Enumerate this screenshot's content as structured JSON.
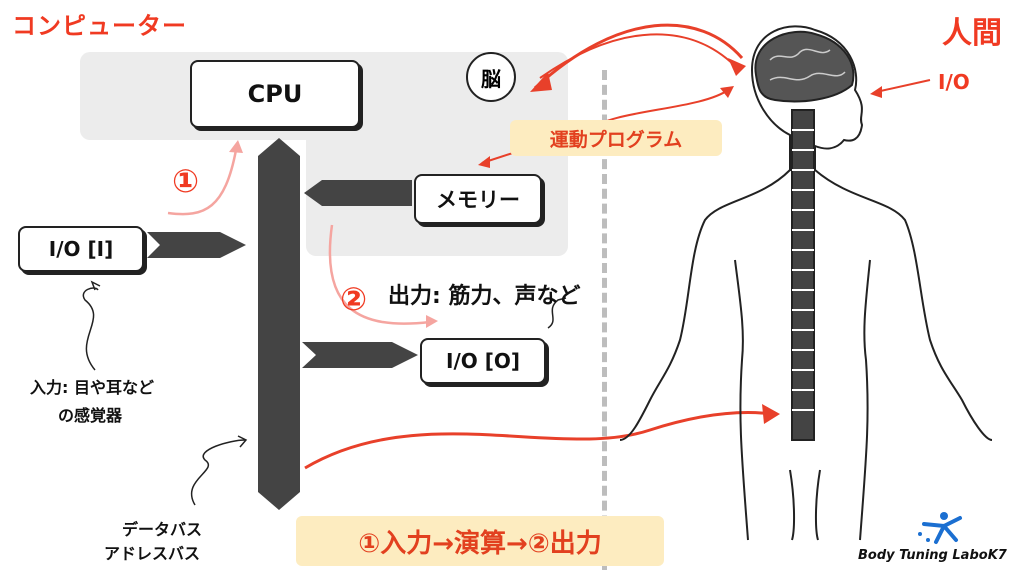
{
  "header": {
    "computer_label": "コンピューター",
    "human_label": "人間"
  },
  "diagram": {
    "cpu_label": "CPU",
    "brain_label": "脳",
    "motor_program_label": "運動プログラム",
    "memory_label": "メモリー",
    "io_input_label": "I/O [I]",
    "io_output_label": "I/O [O]",
    "step1_marker": "①",
    "step2_marker": "②",
    "output_note": "出力: 筋力、声など",
    "input_note_line1": "入力: 目や耳など",
    "input_note_line2": "の感覚器",
    "bus_label_line1": "データバス",
    "bus_label_line2": "アドレスバス",
    "summary": "①入力→演算→②出力",
    "human_io_label": "I/O"
  },
  "logo": {
    "text": "Body Tuning Labo",
    "mark": "K7"
  },
  "colors": {
    "accent": "#f03a22",
    "bus": "#444444",
    "highlight": "#fdecc0",
    "panel": "#ececec"
  }
}
